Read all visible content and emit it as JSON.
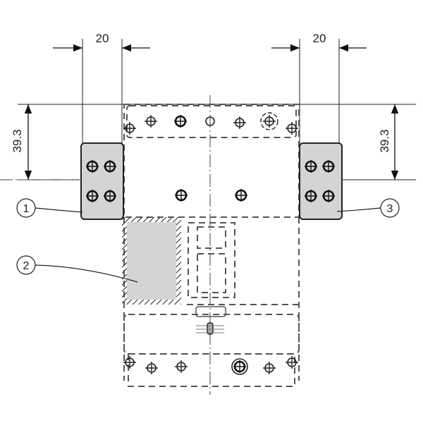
{
  "dimensions": {
    "left_width": "20",
    "right_width": "20",
    "left_height": "39.3",
    "right_height": "39.3"
  },
  "callouts": [
    {
      "label": "1"
    },
    {
      "label": "2"
    },
    {
      "label": "3"
    }
  ],
  "colors": {
    "line": "#222222",
    "fill_gray": "#d4d4d4",
    "dashed": "#555555"
  }
}
